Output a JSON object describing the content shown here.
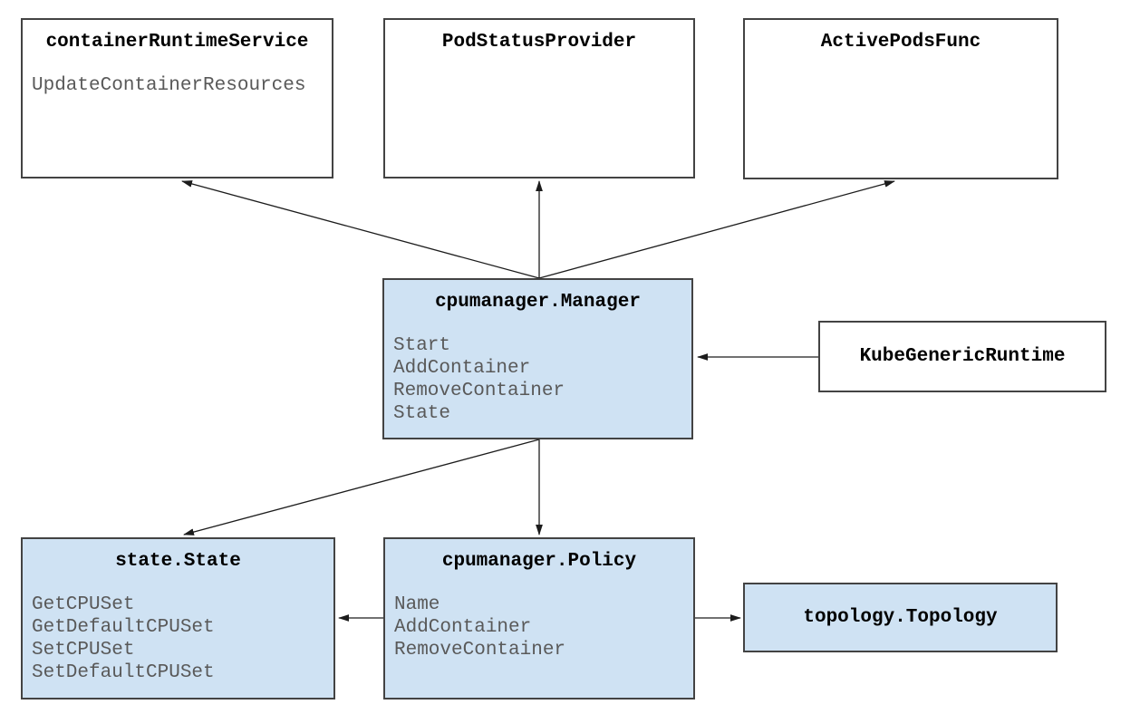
{
  "colors": {
    "node_fill_highlighted": "#cfe2f3",
    "node_fill_plain": "#ffffff",
    "node_border": "#434343",
    "title_text": "#000000",
    "method_text": "#595959",
    "arrow": "#1c1c1c"
  },
  "nodes": {
    "container_runtime_service": {
      "title": "containerRuntimeService",
      "methods": [
        "UpdateContainerResources"
      ]
    },
    "pod_status_provider": {
      "title": "PodStatusProvider",
      "methods": []
    },
    "active_pods_func": {
      "title": "ActivePodsFunc",
      "methods": []
    },
    "cpumanager_manager": {
      "title": "cpumanager.Manager",
      "methods": [
        "Start",
        "AddContainer",
        "RemoveContainer",
        "State"
      ]
    },
    "kube_generic_runtime": {
      "title": "KubeGenericRuntime",
      "methods": []
    },
    "state_state": {
      "title": "state.State",
      "methods": [
        "GetCPUSet",
        "GetDefaultCPUSet",
        "SetCPUSet",
        "SetDefaultCPUSet"
      ]
    },
    "cpumanager_policy": {
      "title": "cpumanager.Policy",
      "methods": [
        "Name",
        "AddContainer",
        "RemoveContainer"
      ]
    },
    "topology_topology": {
      "title": "topology.Topology",
      "methods": []
    }
  },
  "edges": [
    {
      "from": "cpumanager.Manager",
      "to": "containerRuntimeService"
    },
    {
      "from": "cpumanager.Manager",
      "to": "PodStatusProvider"
    },
    {
      "from": "cpumanager.Manager",
      "to": "ActivePodsFunc"
    },
    {
      "from": "KubeGenericRuntime",
      "to": "cpumanager.Manager"
    },
    {
      "from": "cpumanager.Manager",
      "to": "state.State"
    },
    {
      "from": "cpumanager.Manager",
      "to": "cpumanager.Policy"
    },
    {
      "from": "cpumanager.Policy",
      "to": "state.State"
    },
    {
      "from": "cpumanager.Policy",
      "to": "topology.Topology"
    }
  ]
}
